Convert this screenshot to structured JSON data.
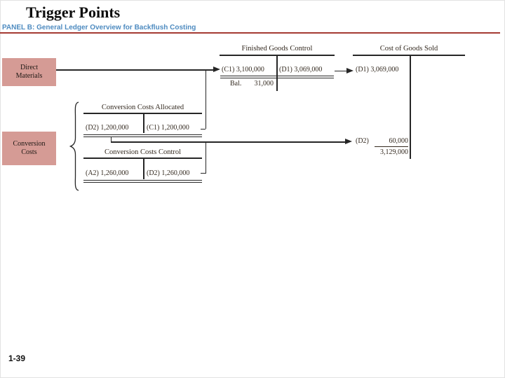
{
  "title": "Trigger Points",
  "panel_heading": "PANEL B: General Ledger Overview for Backflush Costing",
  "page_number": "1-39",
  "boxes": {
    "direct_materials": {
      "line1": "Direct",
      "line2": "Materials"
    },
    "conversion_costs": {
      "line1": "Conversion",
      "line2": "Costs"
    }
  },
  "accounts": {
    "finished_goods": {
      "title": "Finished Goods Control",
      "debit1": "(C1) 3,100,000",
      "credit1": "(D1) 3,069,000",
      "bal_label": "Bal.",
      "bal_value": "31,000"
    },
    "cogs": {
      "title": "Cost of Goods Sold",
      "debit1": "(D1) 3,069,000",
      "debit2_label": "(D2)",
      "debit2_value": "60,000",
      "total": "3,129,000"
    },
    "conversion_allocated": {
      "title": "Conversion Costs Allocated",
      "debit1": "(D2) 1,200,000",
      "credit1": "(C1) 1,200,000"
    },
    "conversion_control": {
      "title": "Conversion Costs Control",
      "debit1": "(A2) 1,260,000",
      "credit1": "(D2) 1,260,000"
    }
  },
  "colors": {
    "heading_blue": "#4e8bc0",
    "rule_red": "#a43a32",
    "box_pink": "#d59b95",
    "ink": "#33291f",
    "line": "#262626"
  }
}
